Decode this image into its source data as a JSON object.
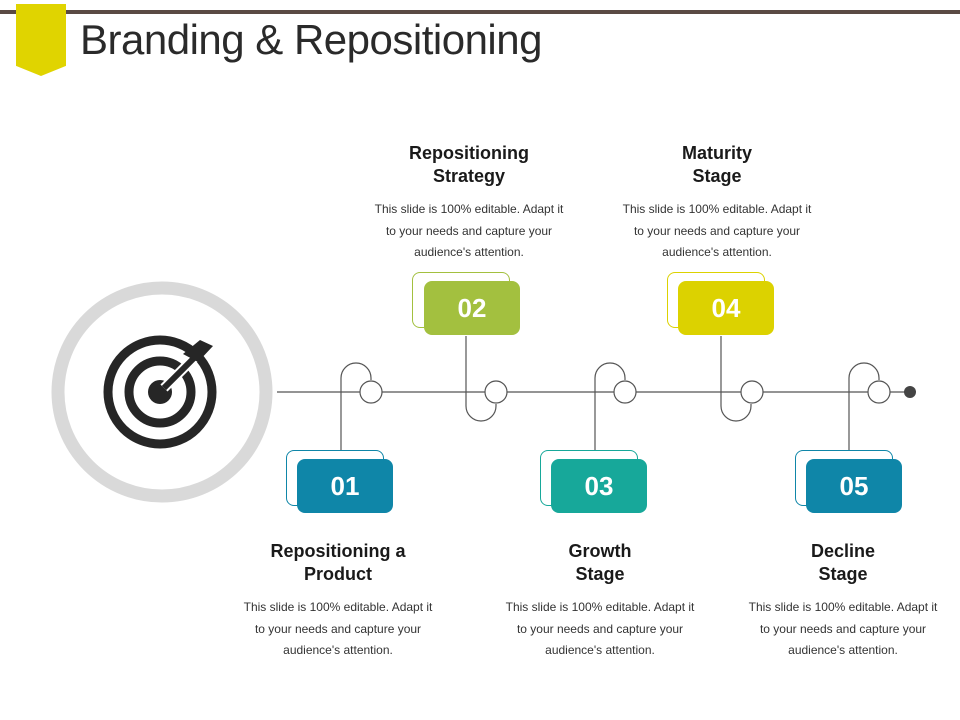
{
  "title": "Branding & Repositioning",
  "colors": {
    "flag": "#e0d400",
    "rule": "#5a4a44",
    "ring": "#d9d9d9",
    "icon": "#262626",
    "line": "#555555"
  },
  "center_icon": "target-with-arrow-icon",
  "steps": [
    {
      "number": "01",
      "heading_line1": "Repositioning a",
      "heading_line2": "Product",
      "desc_line1": "This slide is 100% editable. Adapt it",
      "desc_line2": "to your needs and capture your",
      "desc_line3": "audience's attention.",
      "color": "#0f86a8"
    },
    {
      "number": "02",
      "heading_line1": "Repositioning",
      "heading_line2": "Strategy",
      "desc_line1": "This slide is 100% editable. Adapt it",
      "desc_line2": "to your needs and capture your",
      "desc_line3": "audience's attention.",
      "color": "#a3c03f"
    },
    {
      "number": "03",
      "heading_line1": "Growth",
      "heading_line2": "Stage",
      "desc_line1": "This slide is 100% editable. Adapt it",
      "desc_line2": "to your needs and capture your",
      "desc_line3": "audience's attention.",
      "color": "#17a89a"
    },
    {
      "number": "04",
      "heading_line1": "Maturity",
      "heading_line2": "Stage",
      "desc_line1": "This slide is 100% editable. Adapt it",
      "desc_line2": "to your needs and capture your",
      "desc_line3": "audience's attention.",
      "color": "#dcd200"
    },
    {
      "number": "05",
      "heading_line1": "Decline",
      "heading_line2": "Stage",
      "desc_line1": "This slide is 100% editable. Adapt it",
      "desc_line2": "to your needs and capture your",
      "desc_line3": "audience's attention.",
      "color": "#0f86a8"
    }
  ]
}
